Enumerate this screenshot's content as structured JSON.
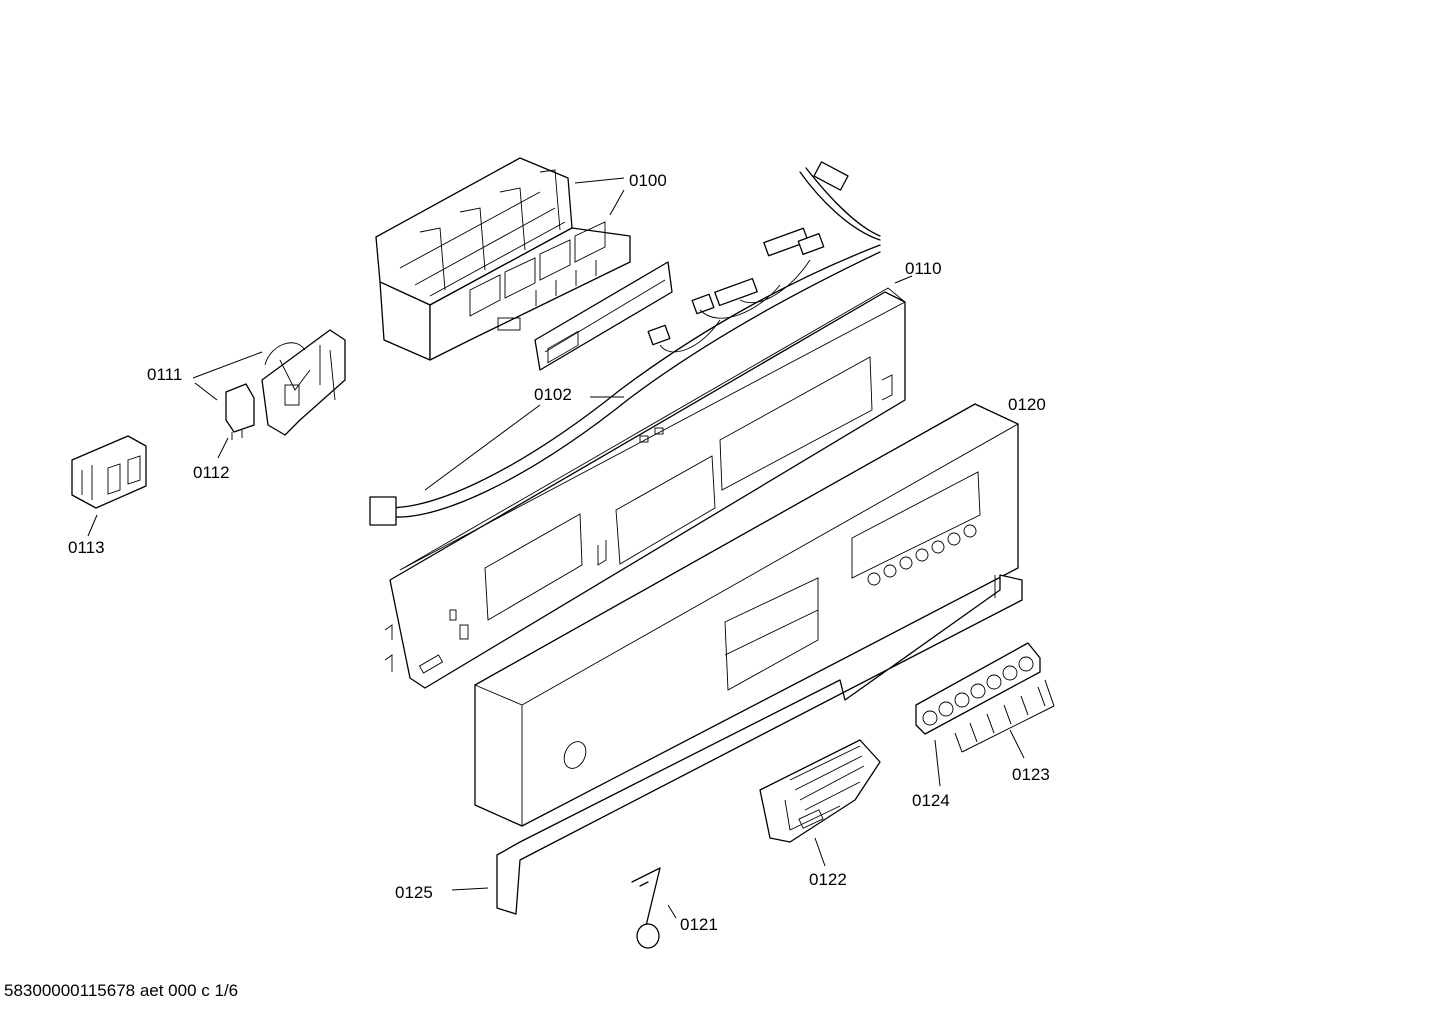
{
  "diagram": {
    "parts": [
      {
        "id": "0100",
        "label": "0100"
      },
      {
        "id": "0102",
        "label": "0102"
      },
      {
        "id": "0110",
        "label": "0110"
      },
      {
        "id": "0111",
        "label": "0111"
      },
      {
        "id": "0112",
        "label": "0112"
      },
      {
        "id": "0113",
        "label": "0113"
      },
      {
        "id": "0120",
        "label": "0120"
      },
      {
        "id": "0121",
        "label": "0121"
      },
      {
        "id": "0122",
        "label": "0122"
      },
      {
        "id": "0123",
        "label": "0123"
      },
      {
        "id": "0124",
        "label": "0124"
      },
      {
        "id": "0125",
        "label": "0125"
      }
    ]
  },
  "footer": {
    "doc_code": "58300000115678 aet 000 c 1/6"
  }
}
